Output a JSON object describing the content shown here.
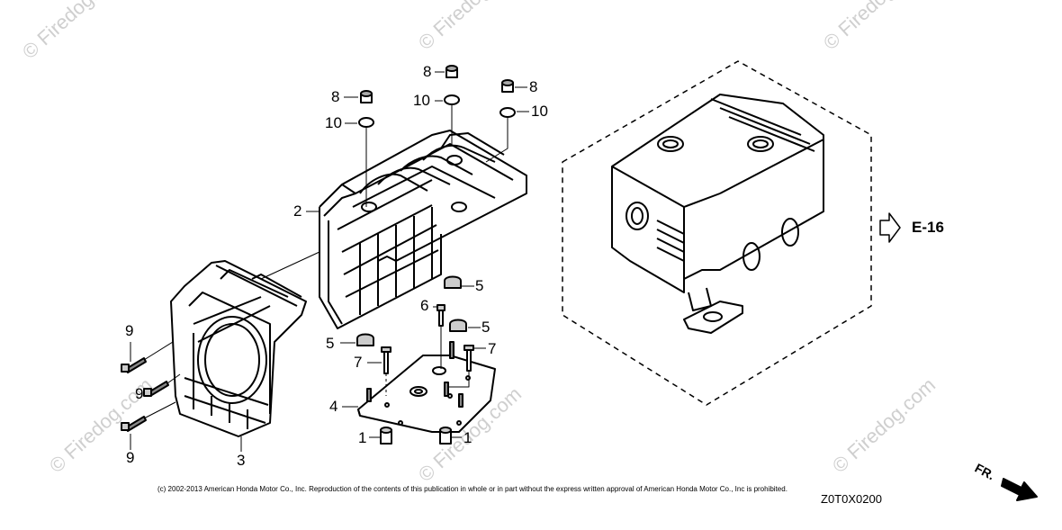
{
  "watermark": "© Firedog.com",
  "callouts": {
    "c1a": "1",
    "c1b": "1",
    "c2": "2",
    "c3": "3",
    "c4": "4",
    "c5a": "5",
    "c5b": "5",
    "c5c": "5",
    "c6": "6",
    "c7a": "7",
    "c7b": "7",
    "c8a": "8",
    "c8b": "8",
    "c8c": "8",
    "c9a": "9",
    "c9b": "9",
    "c9c": "9",
    "c10a": "10",
    "c10b": "10",
    "c10c": "10"
  },
  "reference": "E-16",
  "direction": "FR.",
  "copyright": "(c) 2002-2013 American Honda Motor Co., Inc. Reproduction of the contents of this publication in whole or in part without the express written approval of American Honda Motor Co., Inc is prohibited.",
  "diagram_code": "Z0T0X0200"
}
